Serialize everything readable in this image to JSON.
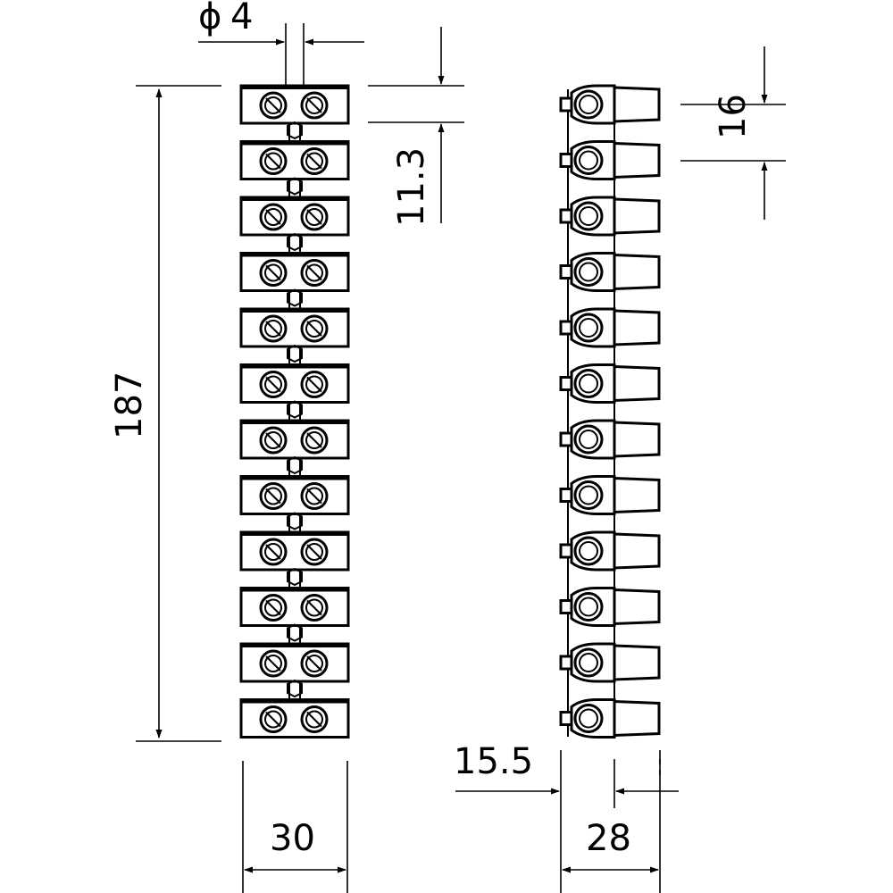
{
  "drawing": {
    "front_view": {
      "pole_count": 12,
      "dimensions": {
        "screw_diameter": {
          "symbol": "ϕ",
          "value": "4"
        },
        "overall_length": "187",
        "body_width": "30",
        "screw_offset": "11.3"
      }
    },
    "side_view": {
      "pole_count": 12,
      "dimensions": {
        "pitch": "16",
        "depth": "28",
        "hole_offset": "15.5"
      }
    }
  }
}
